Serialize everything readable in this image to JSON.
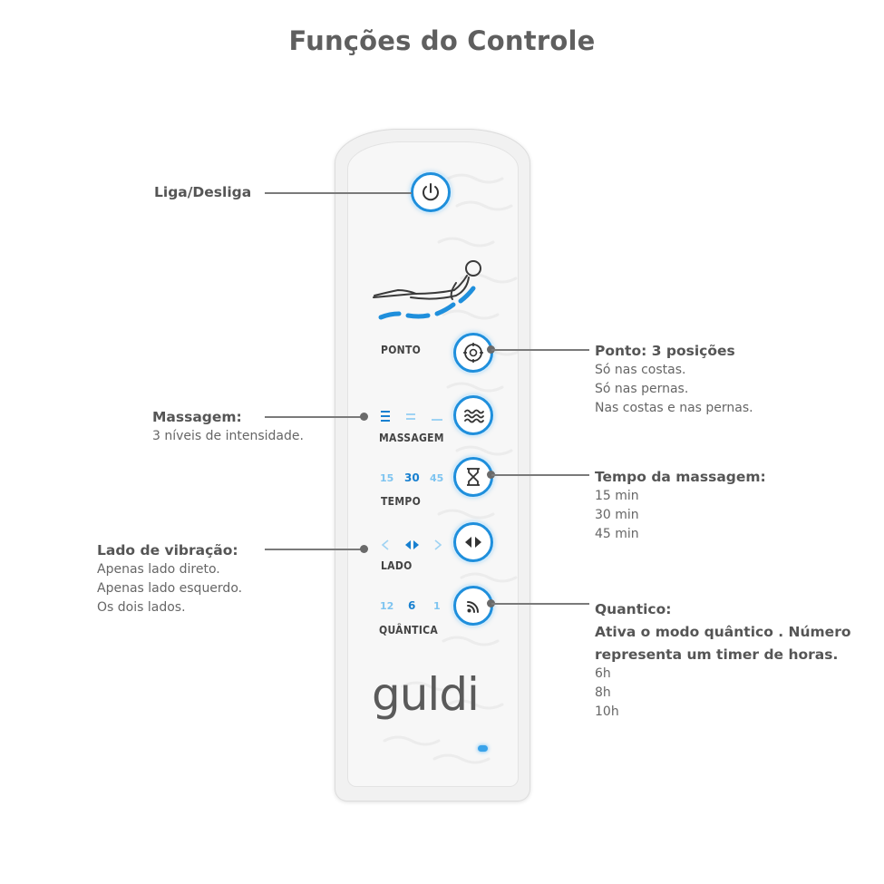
{
  "title": "Funções do Controle",
  "remote": {
    "brand": "guldi",
    "labels": {
      "ponto": "PONTO",
      "massagem": "MASSAGEM",
      "tempo": "TEMPO",
      "lado": "LADO",
      "quantica": "QUÂNTICA"
    },
    "tempo_values": {
      "left": "15",
      "center": "30",
      "right": "45"
    },
    "quantica_values": {
      "left": "12",
      "center": "6",
      "right": "1"
    },
    "accent_color": "#1f8fdc",
    "icons": [
      "power-icon",
      "reclining-body-icon",
      "target-icon",
      "wave-icon",
      "hourglass-icon",
      "left-right-arrows-icon",
      "signal-waves-icon"
    ]
  },
  "annotations": {
    "power": {
      "heading": "Liga/Desliga"
    },
    "massagem": {
      "heading": "Massagem:",
      "lines": [
        "3 níveis de intensidade."
      ]
    },
    "lado": {
      "heading": "Lado de vibração:",
      "lines": [
        "Apenas lado direto.",
        "Apenas lado esquerdo.",
        "Os dois lados."
      ]
    },
    "ponto": {
      "heading": "Ponto: 3 posições",
      "lines": [
        "Só nas costas.",
        "Só nas pernas.",
        "Nas costas e nas pernas."
      ]
    },
    "tempo": {
      "heading": "Tempo da massagem:",
      "lines": [
        "15 min",
        "30 min",
        "45 min"
      ]
    },
    "quantico": {
      "heading": "Quantico:",
      "heading2": "Ativa o modo quântico . Número",
      "heading3": "representa um timer de horas.",
      "lines": [
        "6h",
        "8h",
        "10h"
      ]
    }
  }
}
